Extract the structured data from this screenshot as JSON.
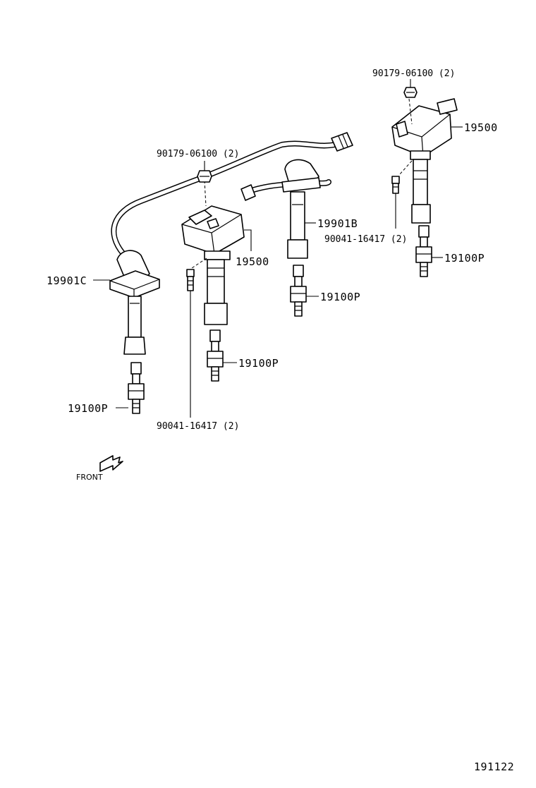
{
  "callouts": {
    "nut_top_right": "90179-06100 (2)",
    "coil_top_right": "19500",
    "bolt_right": "90041-16417 (2)",
    "plug_right": "19100P",
    "nut_center": "90179-06100 (2)",
    "cord_b": "19901B",
    "coil_center": "19500",
    "cord_c": "19901C",
    "plug_middle": "19100P",
    "plug_center": "19100P",
    "plug_left": "19100P",
    "bolt_center": "90041-16417 (2)"
  },
  "front_indicator": "FRONT",
  "figure_number": "191122"
}
